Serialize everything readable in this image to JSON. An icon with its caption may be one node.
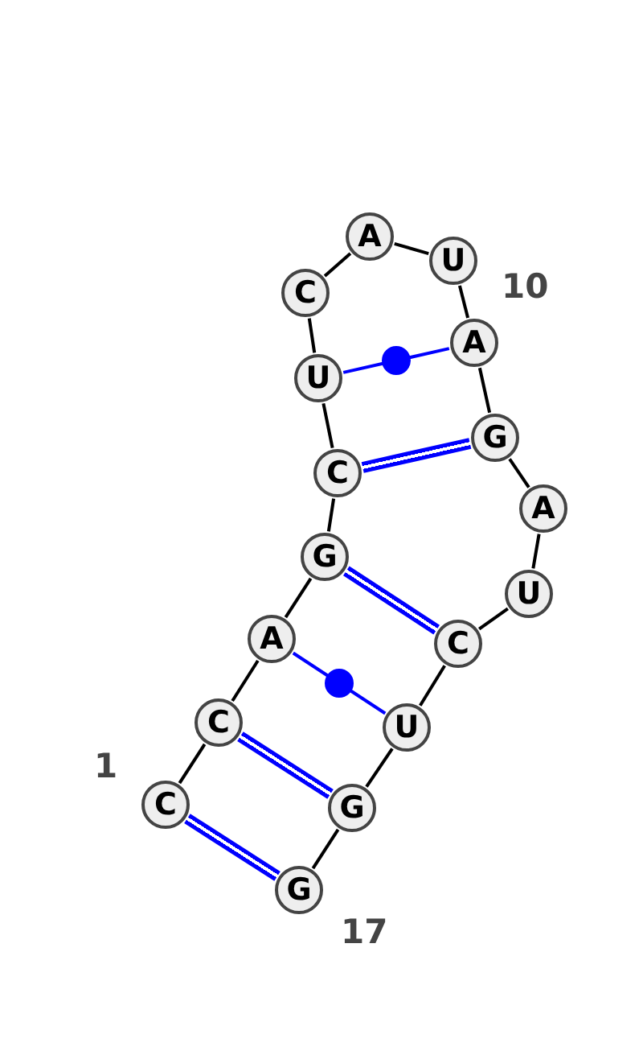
{
  "diagram": {
    "nodes": [
      {
        "text": [
          "C"
        ]
      },
      {
        "text": [
          "C"
        ]
      },
      {
        "text": [
          "A"
        ]
      },
      {
        "text": [
          "G"
        ]
      },
      {
        "text": [
          "C"
        ]
      },
      {
        "text": [
          "U"
        ]
      },
      {
        "text": [
          "C"
        ]
      },
      {
        "text": [
          "A"
        ]
      },
      {
        "text": [
          "U"
        ]
      },
      {
        "text": [
          "A"
        ]
      },
      {
        "text": [
          "G"
        ]
      },
      {
        "text": [
          "A"
        ]
      },
      {
        "text": [
          "U"
        ]
      },
      {
        "text": [
          "C"
        ]
      },
      {
        "text": [
          "U"
        ]
      },
      {
        "text": [
          "G"
        ]
      },
      {
        "text": [
          "G"
        ]
      }
    ],
    "edges": [
      {
        "from": 0,
        "to": 1,
        "arrow": "none"
      },
      {
        "from": 1,
        "to": 2,
        "arrow": "none"
      },
      {
        "from": 2,
        "to": 3,
        "arrow": "none"
      },
      {
        "from": 3,
        "to": 4,
        "arrow": "none"
      },
      {
        "from": 4,
        "to": 5,
        "arrow": "none"
      },
      {
        "from": 5,
        "to": 6,
        "arrow": "none"
      },
      {
        "from": 6,
        "to": 7,
        "arrow": "none"
      },
      {
        "from": 7,
        "to": 8,
        "arrow": "none"
      },
      {
        "from": 8,
        "to": 9,
        "arrow": "none"
      },
      {
        "from": 9,
        "to": 10,
        "arrow": "none"
      },
      {
        "from": 10,
        "to": 11,
        "arrow": "none"
      },
      {
        "from": 11,
        "to": 12,
        "arrow": "none"
      },
      {
        "from": 12,
        "to": 13,
        "arrow": "none"
      },
      {
        "from": 13,
        "to": 14,
        "arrow": "none"
      },
      {
        "from": 14,
        "to": 15,
        "arrow": "none"
      },
      {
        "from": 15,
        "to": 16,
        "arrow": "none"
      },
      {
        "from": 0,
        "to": 16,
        "arrow": "none",
        "style": "thick",
        "color": "#0000ff"
      },
      {
        "from": 1,
        "to": 15,
        "arrow": "none",
        "style": "thick",
        "color": "#0000ff"
      },
      {
        "from": 2,
        "to": 14,
        "arrow": "none",
        "color": "#0000ff"
      },
      {
        "from": 3,
        "to": 13,
        "arrow": "none",
        "style": "thick",
        "color": "#0000ff"
      },
      {
        "from": 4,
        "to": 10,
        "arrow": "none",
        "style": "thick",
        "color": "#0000ff"
      },
      {
        "from": 5,
        "to": 9,
        "arrow": "none",
        "color": "#0000ff"
      }
    ],
    "labels": [
      "1",
      "10",
      "17"
    ]
  }
}
